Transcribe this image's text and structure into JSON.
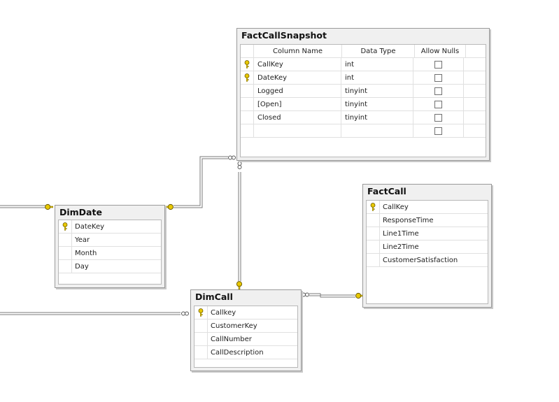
{
  "fact_call_snapshot": {
    "title": "FactCallSnapshot",
    "headers": [
      "Column Name",
      "Data Type",
      "Allow Nulls"
    ],
    "rows": [
      {
        "name": "CallKey",
        "type": "int",
        "key": true
      },
      {
        "name": "DateKey",
        "type": "int",
        "key": true
      },
      {
        "name": "Logged",
        "type": "tinyint",
        "key": false
      },
      {
        "name": "[Open]",
        "type": "tinyint",
        "key": false
      },
      {
        "name": "Closed",
        "type": "tinyint",
        "key": false
      },
      {
        "name": "",
        "type": "",
        "key": false
      }
    ]
  },
  "dim_date": {
    "title": "DimDate",
    "rows": [
      {
        "name": "DateKey",
        "key": true
      },
      {
        "name": "Year",
        "key": false
      },
      {
        "name": "Month",
        "key": false
      },
      {
        "name": "Day",
        "key": false
      }
    ]
  },
  "fact_call": {
    "title": "FactCall",
    "rows": [
      {
        "name": "CallKey",
        "key": true
      },
      {
        "name": "ResponseTime",
        "key": false
      },
      {
        "name": "Line1Time",
        "key": false
      },
      {
        "name": "Line2Time",
        "key": false
      },
      {
        "name": "CustomerSatisfaction",
        "key": false
      }
    ]
  },
  "dim_call": {
    "title": "DimCall",
    "rows": [
      {
        "name": "Callkey",
        "key": true
      },
      {
        "name": "CustomerKey",
        "key": false
      },
      {
        "name": "CallNumber",
        "key": false
      },
      {
        "name": "CallDescription",
        "key": false
      }
    ]
  },
  "colors": {
    "key": "#e8c800",
    "line": "#7a7a7a"
  }
}
